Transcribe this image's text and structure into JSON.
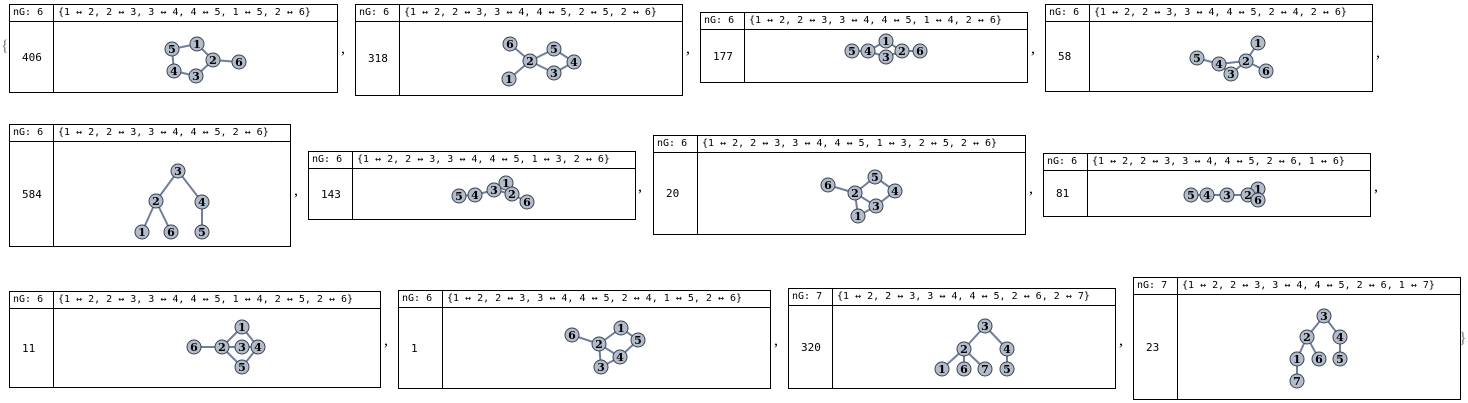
{
  "brace_open": "{",
  "brace_close": "}",
  "separator": ",",
  "cards": [
    {
      "ng": "nG: 6",
      "edges": "{1 ↔ 2, 2 ↔ 3, 3 ↔ 4, 4 ↔ 5, 1 ↔ 5, 2 ↔ 6}",
      "count": "406",
      "graph": {
        "nodes": [
          {
            "label": "1"
          },
          {
            "label": "2"
          },
          {
            "label": "3"
          },
          {
            "label": "4"
          },
          {
            "label": "5"
          },
          {
            "label": "6"
          }
        ],
        "links": [
          [
            1,
            2
          ],
          [
            2,
            3
          ],
          [
            3,
            4
          ],
          [
            4,
            5
          ],
          [
            1,
            5
          ],
          [
            2,
            6
          ]
        ]
      }
    },
    {
      "ng": "nG: 6",
      "edges": "{1 ↔ 2, 2 ↔ 3, 3 ↔ 4, 4 ↔ 5, 2 ↔ 5, 2 ↔ 6}",
      "count": "318",
      "graph": {
        "nodes": [
          {
            "label": "1"
          },
          {
            "label": "2"
          },
          {
            "label": "3"
          },
          {
            "label": "4"
          },
          {
            "label": "5"
          },
          {
            "label": "6"
          }
        ],
        "links": [
          [
            1,
            2
          ],
          [
            2,
            3
          ],
          [
            3,
            4
          ],
          [
            4,
            5
          ],
          [
            2,
            5
          ],
          [
            2,
            6
          ]
        ]
      }
    },
    {
      "ng": "nG: 6",
      "edges": "{1 ↔ 2, 2 ↔ 3, 3 ↔ 4, 4 ↔ 5, 1 ↔ 4, 2 ↔ 6}",
      "count": "177",
      "graph": {
        "nodes": [
          {
            "label": "1"
          },
          {
            "label": "2"
          },
          {
            "label": "3"
          },
          {
            "label": "4"
          },
          {
            "label": "5"
          },
          {
            "label": "6"
          }
        ],
        "links": [
          [
            1,
            2
          ],
          [
            2,
            3
          ],
          [
            3,
            4
          ],
          [
            4,
            5
          ],
          [
            1,
            4
          ],
          [
            2,
            6
          ]
        ]
      }
    },
    {
      "ng": "nG: 6",
      "edges": "{1 ↔ 2, 2 ↔ 3, 3 ↔ 4, 4 ↔ 5, 2 ↔ 4, 2 ↔ 6}",
      "count": "58",
      "graph": {
        "nodes": [
          {
            "label": "1"
          },
          {
            "label": "2"
          },
          {
            "label": "3"
          },
          {
            "label": "4"
          },
          {
            "label": "5"
          },
          {
            "label": "6"
          }
        ],
        "links": [
          [
            1,
            2
          ],
          [
            2,
            3
          ],
          [
            3,
            4
          ],
          [
            4,
            5
          ],
          [
            2,
            4
          ],
          [
            2,
            6
          ]
        ]
      }
    },
    {
      "ng": "nG: 6",
      "edges": "{1 ↔ 2, 2 ↔ 3, 3 ↔ 4, 4 ↔ 5, 2 ↔ 6}",
      "count": "584",
      "graph": {
        "nodes": [
          {
            "label": "1"
          },
          {
            "label": "2"
          },
          {
            "label": "3"
          },
          {
            "label": "4"
          },
          {
            "label": "5"
          },
          {
            "label": "6"
          }
        ],
        "links": [
          [
            1,
            2
          ],
          [
            2,
            3
          ],
          [
            3,
            4
          ],
          [
            4,
            5
          ],
          [
            2,
            6
          ]
        ]
      }
    },
    {
      "ng": "nG: 6",
      "edges": "{1 ↔ 2, 2 ↔ 3, 3 ↔ 4, 4 ↔ 5, 1 ↔ 3, 2 ↔ 6}",
      "count": "143",
      "graph": {
        "nodes": [
          {
            "label": "1"
          },
          {
            "label": "2"
          },
          {
            "label": "3"
          },
          {
            "label": "4"
          },
          {
            "label": "5"
          },
          {
            "label": "6"
          }
        ],
        "links": [
          [
            1,
            2
          ],
          [
            2,
            3
          ],
          [
            3,
            4
          ],
          [
            4,
            5
          ],
          [
            1,
            3
          ],
          [
            2,
            6
          ]
        ]
      }
    },
    {
      "ng": "nG: 6",
      "edges": "{1 ↔ 2, 2 ↔ 3, 3 ↔ 4, 4 ↔ 5, 1 ↔ 3, 2 ↔ 5, 2 ↔ 6}",
      "count": "20",
      "graph": {
        "nodes": [
          {
            "label": "1"
          },
          {
            "label": "2"
          },
          {
            "label": "3"
          },
          {
            "label": "4"
          },
          {
            "label": "5"
          },
          {
            "label": "6"
          }
        ],
        "links": [
          [
            1,
            2
          ],
          [
            2,
            3
          ],
          [
            3,
            4
          ],
          [
            4,
            5
          ],
          [
            1,
            3
          ],
          [
            2,
            5
          ],
          [
            2,
            6
          ]
        ]
      }
    },
    {
      "ng": "nG: 6",
      "edges": "{1 ↔ 2, 2 ↔ 3, 3 ↔ 4, 4 ↔ 5, 2 ↔ 6, 1 ↔ 6}",
      "count": "81",
      "graph": {
        "nodes": [
          {
            "label": "1"
          },
          {
            "label": "2"
          },
          {
            "label": "3"
          },
          {
            "label": "4"
          },
          {
            "label": "5"
          },
          {
            "label": "6"
          }
        ],
        "links": [
          [
            1,
            2
          ],
          [
            2,
            3
          ],
          [
            3,
            4
          ],
          [
            4,
            5
          ],
          [
            2,
            6
          ],
          [
            1,
            6
          ]
        ]
      }
    },
    {
      "ng": "nG: 6",
      "edges": "{1 ↔ 2, 2 ↔ 3, 3 ↔ 4, 4 ↔ 5, 1 ↔ 4, 2 ↔ 5, 2 ↔ 6}",
      "count": "11",
      "graph": {
        "nodes": [
          {
            "label": "1"
          },
          {
            "label": "2"
          },
          {
            "label": "3"
          },
          {
            "label": "4"
          },
          {
            "label": "5"
          },
          {
            "label": "6"
          }
        ],
        "links": [
          [
            1,
            2
          ],
          [
            2,
            3
          ],
          [
            3,
            4
          ],
          [
            4,
            5
          ],
          [
            1,
            4
          ],
          [
            2,
            5
          ],
          [
            2,
            6
          ]
        ]
      }
    },
    {
      "ng": "nG: 6",
      "edges": "{1 ↔ 2, 2 ↔ 3, 3 ↔ 4, 4 ↔ 5, 2 ↔ 4, 1 ↔ 5, 2 ↔ 6}",
      "count": "1",
      "graph": {
        "nodes": [
          {
            "label": "1"
          },
          {
            "label": "2"
          },
          {
            "label": "3"
          },
          {
            "label": "4"
          },
          {
            "label": "5"
          },
          {
            "label": "6"
          }
        ],
        "links": [
          [
            1,
            2
          ],
          [
            2,
            3
          ],
          [
            3,
            4
          ],
          [
            4,
            5
          ],
          [
            2,
            4
          ],
          [
            1,
            5
          ],
          [
            2,
            6
          ]
        ]
      }
    },
    {
      "ng": "nG: 7",
      "edges": "{1 ↔ 2, 2 ↔ 3, 3 ↔ 4, 4 ↔ 5, 2 ↔ 6, 2 ↔ 7}",
      "count": "320",
      "graph": {
        "nodes": [
          {
            "label": "1"
          },
          {
            "label": "2"
          },
          {
            "label": "3"
          },
          {
            "label": "4"
          },
          {
            "label": "5"
          },
          {
            "label": "6"
          },
          {
            "label": "7"
          }
        ],
        "links": [
          [
            1,
            2
          ],
          [
            2,
            3
          ],
          [
            3,
            4
          ],
          [
            4,
            5
          ],
          [
            2,
            6
          ],
          [
            2,
            7
          ]
        ]
      }
    },
    {
      "ng": "nG: 7",
      "edges": "{1 ↔ 2, 2 ↔ 3, 3 ↔ 4, 4 ↔ 5, 2 ↔ 6, 1 ↔ 7}",
      "count": "23",
      "graph": {
        "nodes": [
          {
            "label": "1"
          },
          {
            "label": "2"
          },
          {
            "label": "3"
          },
          {
            "label": "4"
          },
          {
            "label": "5"
          },
          {
            "label": "6"
          },
          {
            "label": "7"
          }
        ],
        "links": [
          [
            1,
            2
          ],
          [
            2,
            3
          ],
          [
            3,
            4
          ],
          [
            4,
            5
          ],
          [
            2,
            6
          ],
          [
            1,
            7
          ]
        ]
      }
    }
  ]
}
